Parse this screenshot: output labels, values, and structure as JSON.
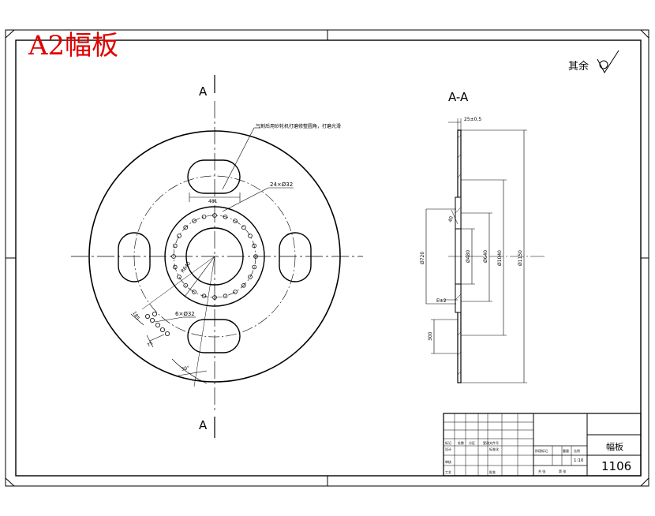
{
  "title_overlay": "A2幅板",
  "roughness_note": "其余",
  "section_labels": {
    "top": "A",
    "bottom": "A",
    "section_view": "A-A"
  },
  "front_view_annotations": {
    "leader_note": "气割后用砂轮机打磨修整圆角，打磨光滑",
    "slot_width": "481",
    "bolt_holes": "24×Ø32",
    "bolt_circle": "R640",
    "vent_holes": "6×Ø32",
    "dim_185": "185",
    "dim_75": "75",
    "angle_30": "30°"
  },
  "section_view_annotations": {
    "top_thickness": "25±0.5",
    "hub_thickness": "40",
    "lower_note": "E±2",
    "dia_720": "Ø720",
    "dia_480": "Ø480",
    "dia_640": "Ø640",
    "dia_1040": "Ø1040",
    "dia_1150": "Ø1150",
    "dim_300": "300"
  },
  "title_block": {
    "part_name": "幅板",
    "drawing_number": "1106",
    "scale": "1:10",
    "row_labels": [
      "标记",
      "设计",
      "审核",
      "工艺"
    ],
    "col_labels": [
      "处数",
      "分区",
      "更改文件号"
    ],
    "std_label": "标准化",
    "approve_label": "批准",
    "stage_labels": [
      "阶段标记",
      "重量",
      "比例"
    ],
    "sheet_labels": [
      "共 张",
      "第 张"
    ]
  }
}
